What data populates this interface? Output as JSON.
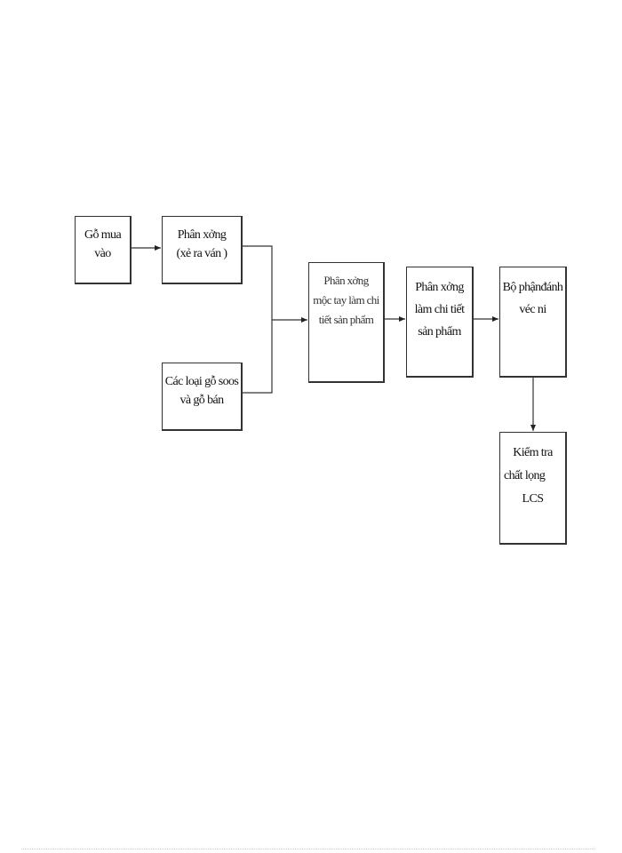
{
  "diagram": {
    "type": "flowchart",
    "nodes": [
      {
        "id": "go-mua-vao",
        "lines": [
          "Gỗ mua",
          "vào"
        ]
      },
      {
        "id": "phan-xuong-xe-ra-van",
        "lines": [
          "Phân xởng",
          "(xẻ ra ván )"
        ]
      },
      {
        "id": "cac-loai-go",
        "lines": [
          "Các loại gỗ soos",
          "và gỗ bán"
        ]
      },
      {
        "id": "phan-xuong-moc-tay",
        "lines": [
          "Phân xởng",
          "mộc tay làm chi",
          "tiết sản phẩm"
        ]
      },
      {
        "id": "phan-xuong-lam-chi-tiet",
        "lines": [
          "Phân xởng",
          "làm chi tiết",
          "sản phẩm"
        ]
      },
      {
        "id": "bo-phan-danh-vec-ni",
        "lines": [
          "Bộ phậnđánh",
          "véc ni"
        ]
      },
      {
        "id": "kiem-tra-chat-luong",
        "lines": [
          "Kiểm tra",
          "chất lọng",
          "LCS"
        ]
      }
    ],
    "edges": [
      {
        "from": "go-mua-vao",
        "to": "phan-xuong-xe-ra-van"
      },
      {
        "from": "phan-xuong-xe-ra-van",
        "to": "phan-xuong-moc-tay"
      },
      {
        "from": "cac-loai-go",
        "to": "phan-xuong-moc-tay"
      },
      {
        "from": "phan-xuong-moc-tay",
        "to": "phan-xuong-lam-chi-tiet"
      },
      {
        "from": "phan-xuong-lam-chi-tiet",
        "to": "bo-phan-danh-vec-ni"
      },
      {
        "from": "bo-phan-danh-vec-ni",
        "to": "kiem-tra-chat-luong"
      }
    ],
    "colors": {
      "line": "#333333",
      "box_fill": "#ffffff",
      "text": "#111111",
      "footer_dots": "#f4b8c8"
    }
  }
}
